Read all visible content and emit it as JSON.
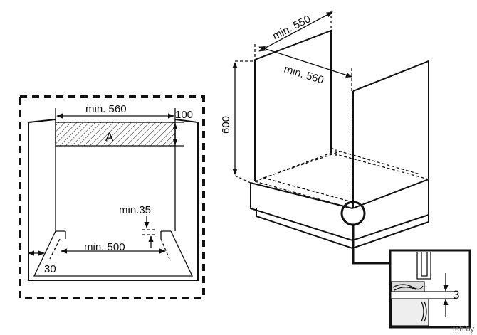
{
  "front_view": {
    "width_label": "min. 560",
    "height_label": "100",
    "zone_label": "A",
    "gap_label": "min.35",
    "inner_width_label": "min. 500",
    "side_label": "30"
  },
  "iso_view": {
    "depth_label": "min. 550",
    "width_label": "min. 560",
    "height_label": "600"
  },
  "detail": {
    "gap_label": "3"
  },
  "watermark": "teh.by"
}
